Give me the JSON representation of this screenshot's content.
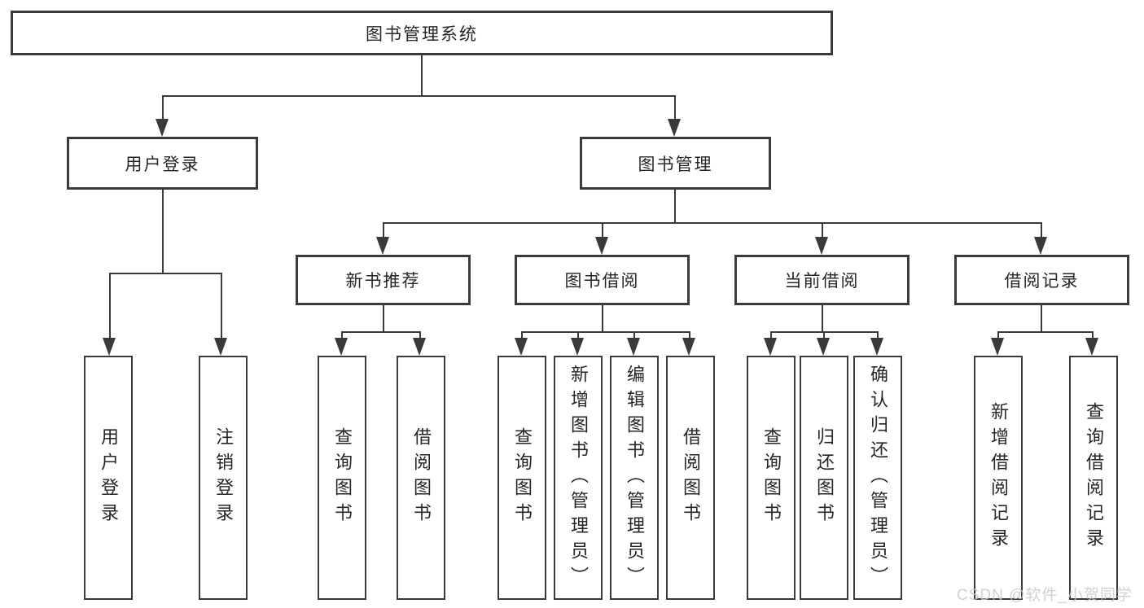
{
  "diagram": {
    "root": {
      "label": "图书管理系统"
    },
    "level2": {
      "user_login": {
        "label": "用户登录"
      },
      "book_management": {
        "label": "图书管理"
      }
    },
    "level3": {
      "new_book_recommend": {
        "label": "新书推荐"
      },
      "book_borrow": {
        "label": "图书借阅"
      },
      "current_borrow": {
        "label": "当前借阅"
      },
      "borrow_records": {
        "label": "借阅记录"
      }
    },
    "leaves": {
      "user_login": [
        "用户登录",
        "注销登录"
      ],
      "new_book_recommend": [
        "查询图书",
        "借阅图书"
      ],
      "book_borrow": [
        "查询图书",
        "新增图书（管理员）",
        "编辑图书（管理员）",
        "借阅图书"
      ],
      "current_borrow": [
        "查询图书",
        "归还图书",
        "确认归还（管理员）"
      ],
      "borrow_records": [
        "新增借阅记录",
        "查询借阅记录"
      ]
    }
  },
  "watermark": {
    "text": "CSDN @软件_小贺同学"
  },
  "colors": {
    "line": "#3a3a3a",
    "text": "#262626",
    "watermark": "#c9c9c9",
    "background": "#ffffff"
  }
}
